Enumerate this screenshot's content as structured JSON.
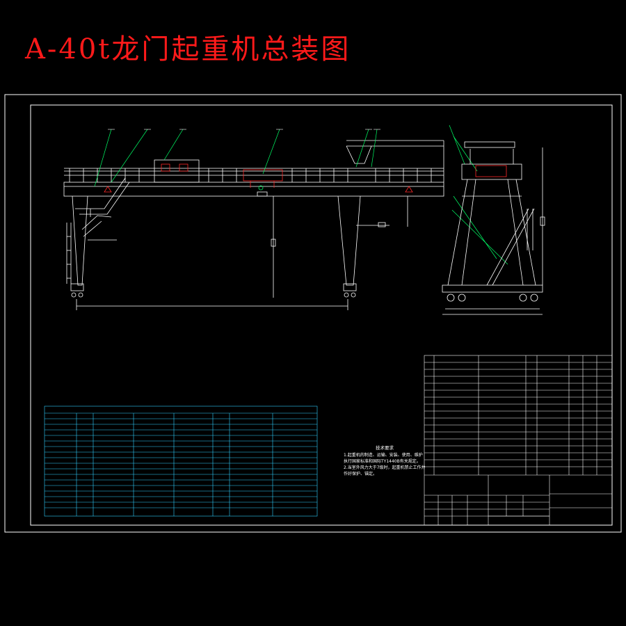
{
  "title": "A-40t龙门起重机总装图",
  "tech_notes": {
    "heading": "技术要求",
    "lines": [
      "1.起重机的制造、运输、安装、使用、维护执行国家标准和国际TY1440B有关规定。",
      "2.当室外风力大于7级时，起重机禁止工作并作好保护、锚定。"
    ]
  },
  "colors": {
    "background": "#000000",
    "title": "#ff1a1a",
    "line": "#ffffff",
    "leader": "#00ff66",
    "accent": "#ff2a2a",
    "table_grid": "#2fd0ff"
  },
  "icons": [
    "hook-icon",
    "wheel-icon"
  ]
}
